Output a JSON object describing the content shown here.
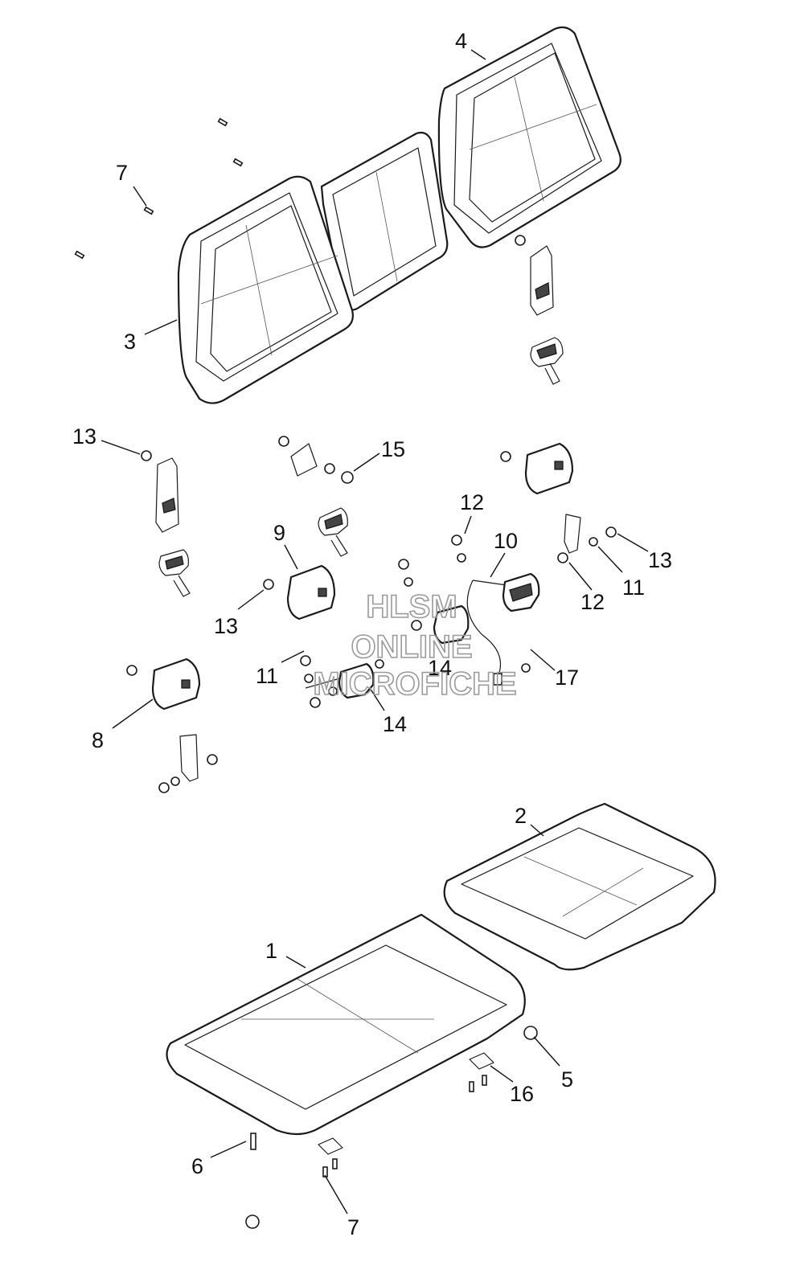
{
  "callouts": [
    {
      "id": "c1",
      "label": "1"
    },
    {
      "id": "c2",
      "label": "2"
    },
    {
      "id": "c3",
      "label": "3"
    },
    {
      "id": "c4",
      "label": "4"
    },
    {
      "id": "c5",
      "label": "5"
    },
    {
      "id": "c6",
      "label": "6"
    },
    {
      "id": "c7a",
      "label": "7"
    },
    {
      "id": "c7b",
      "label": "7"
    },
    {
      "id": "c8",
      "label": "8"
    },
    {
      "id": "c9",
      "label": "9"
    },
    {
      "id": "c10",
      "label": "10"
    },
    {
      "id": "c11a",
      "label": "11"
    },
    {
      "id": "c11b",
      "label": "11"
    },
    {
      "id": "c12a",
      "label": "12"
    },
    {
      "id": "c12b",
      "label": "12"
    },
    {
      "id": "c13a",
      "label": "13"
    },
    {
      "id": "c13b",
      "label": "13"
    },
    {
      "id": "c13c",
      "label": "13"
    },
    {
      "id": "c14a",
      "label": "14"
    },
    {
      "id": "c14b",
      "label": "14"
    },
    {
      "id": "c15",
      "label": "15"
    },
    {
      "id": "c16",
      "label": "16"
    },
    {
      "id": "c17",
      "label": "17"
    }
  ],
  "watermark": {
    "line1": "HLSM",
    "line2": "ONLINE",
    "line3": "MICROFICHE"
  }
}
